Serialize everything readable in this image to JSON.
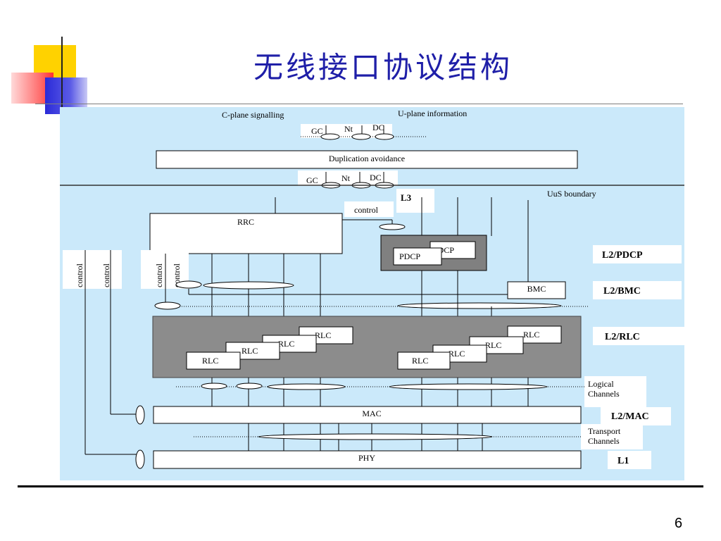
{
  "slide": {
    "title": "无线接口协议结构",
    "page_number": "6"
  },
  "diagram": {
    "c_plane": "C-plane signalling",
    "u_plane": "U-plane information",
    "gc": "GC",
    "nt": "Nt",
    "dc": "DC",
    "dup_avoid": "Duplication avoidance",
    "uus": "UuS boundary",
    "l3": "L3",
    "control": "control",
    "rrc": "RRC",
    "pdcp": "PDCP",
    "bmc": "BMC",
    "rlc": "RLC",
    "mac": "MAC",
    "phy": "PHY",
    "logical_line1": "Logical",
    "logical_line2": "Channels",
    "transport_line1": "Transport",
    "transport_line2": "Channels",
    "layers": {
      "l2_pdcp": "L2/PDCP",
      "l2_bmc": "L2/BMC",
      "l2_rlc": "L2/RLC",
      "l2_mac": "L2/MAC",
      "l1": "L1"
    }
  },
  "colors": {
    "title": "#1f1fa8",
    "diagram_bg": "#cbe9fa",
    "rlc_band": "#8c8c8c",
    "pdcp_band": "#808080"
  }
}
